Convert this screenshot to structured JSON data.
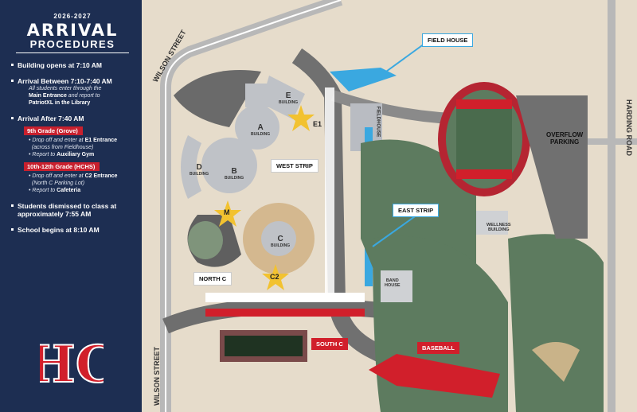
{
  "sidebar": {
    "year": "2026-2027",
    "title1": "ARRIVAL",
    "title2": "PROCEDURES",
    "items": {
      "open": "Building opens at ",
      "open_time": "7:10 AM",
      "between": "Arrival Between 7:10-7:40 AM",
      "between_note1": "All students enter through the",
      "between_note2_b": "Main Entrance",
      "between_note2": " and report to",
      "between_note3_b": "PatriotXL in the Library",
      "after": "Arrival After 7:40 AM",
      "grade9": "9th Grade (Grove)",
      "g9_note1": "Drop off and enter at ",
      "g9_note1_b": "E1 Entrance",
      "g9_note2": "(across from Fieldhouse)",
      "g9_note3": "Report to ",
      "g9_note3_b": "Auxiliary Gym",
      "grade10": "10th-12th Grade (HCHS)",
      "g10_note1": "Drop off and enter at ",
      "g10_note1_b": "C2 Entrance",
      "g10_note2": "(North C Parking Lot)",
      "g10_note3": "Report to ",
      "g10_note3_b": "Cafeteria",
      "dismiss1": "Students dismissed to class at",
      "dismiss2": "approximately ",
      "dismiss_time": "7:55 AM",
      "begins": "School begins at ",
      "begins_time": "8:10 AM"
    },
    "logo": "HC"
  },
  "map": {
    "roads": {
      "wilson_top": "WILSON STREET",
      "wilson_bottom": "WILSON STREET",
      "harding": "HARDING ROAD"
    },
    "labels": {
      "field_house": "FIELD HOUSE",
      "west_strip": "WEST STRIP",
      "east_strip": "EAST STRIP",
      "north_c": "NORTH C",
      "south_c": "SOUTH C",
      "baseball": "BASEBALL",
      "overflow": "OVERFLOW\nPARKING",
      "fieldhouse_bldg": "FIELDHOUSE",
      "wellness": "WELLNESS\nBUILDING",
      "band": "BAND\nHOUSE"
    },
    "buildings": {
      "a": "A",
      "b": "B",
      "c": "C",
      "d": "D",
      "e": "E",
      "sub": "BUILDING"
    },
    "stars": {
      "e1": "E1",
      "m": "M",
      "c2": "C2"
    },
    "colors": {
      "navy": "#1d2e52",
      "red": "#d11f2b",
      "blue": "#3aa8e0",
      "star": "#f2c230"
    }
  }
}
